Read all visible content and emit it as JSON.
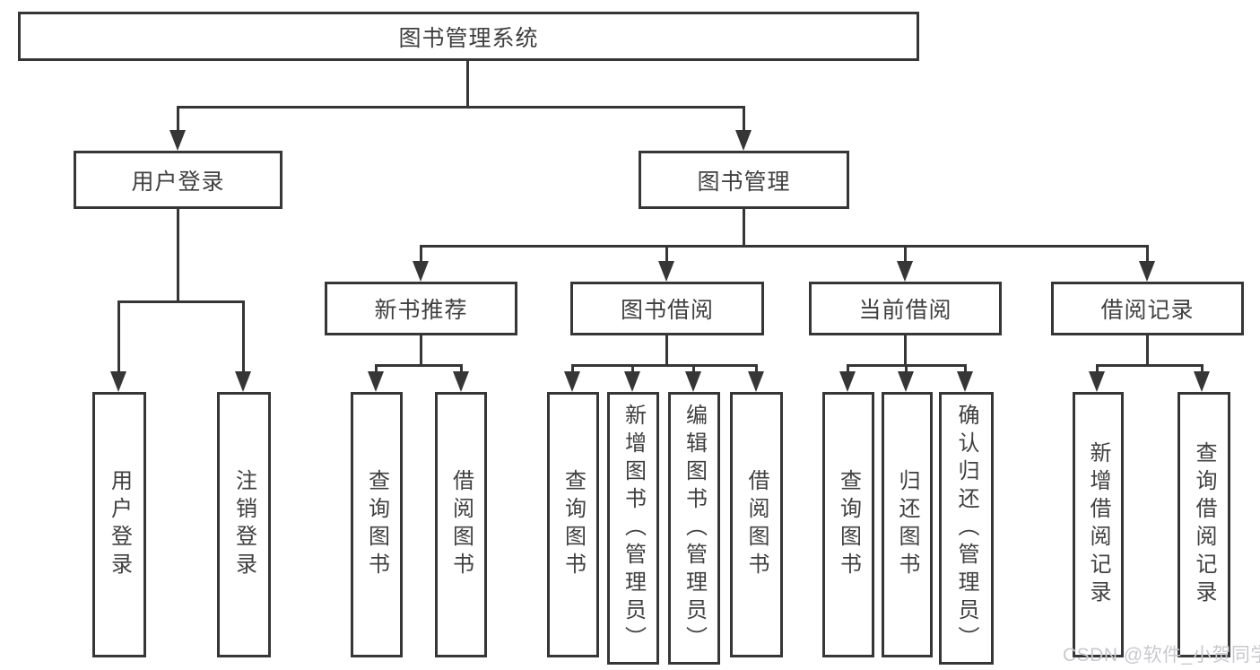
{
  "colors": {
    "line": "#363636",
    "text": "#404040",
    "background": "#ffffff",
    "watermark": "#c9c9ce"
  },
  "watermark": "CSDN @软件_小贺同学",
  "tree": {
    "root": {
      "label": "图书管理系统"
    },
    "branches": [
      {
        "label": "用户登录",
        "children": [
          {
            "label": "用户登录"
          },
          {
            "label": "注销登录"
          }
        ]
      },
      {
        "label": "图书管理",
        "children": [
          {
            "label": "新书推荐",
            "children": [
              {
                "label": "查询图书"
              },
              {
                "label": "借阅图书"
              }
            ]
          },
          {
            "label": "图书借阅",
            "children": [
              {
                "label": "查询图书"
              },
              {
                "label": "新增图书（管理员）"
              },
              {
                "label": "编辑图书（管理员）"
              },
              {
                "label": "借阅图书"
              }
            ]
          },
          {
            "label": "当前借阅",
            "children": [
              {
                "label": "查询图书"
              },
              {
                "label": "归还图书"
              },
              {
                "label": "确认归还（管理员）"
              }
            ]
          },
          {
            "label": "借阅记录",
            "children": [
              {
                "label": "新增借阅记录"
              },
              {
                "label": "查询借阅记录"
              }
            ]
          }
        ]
      }
    ]
  }
}
